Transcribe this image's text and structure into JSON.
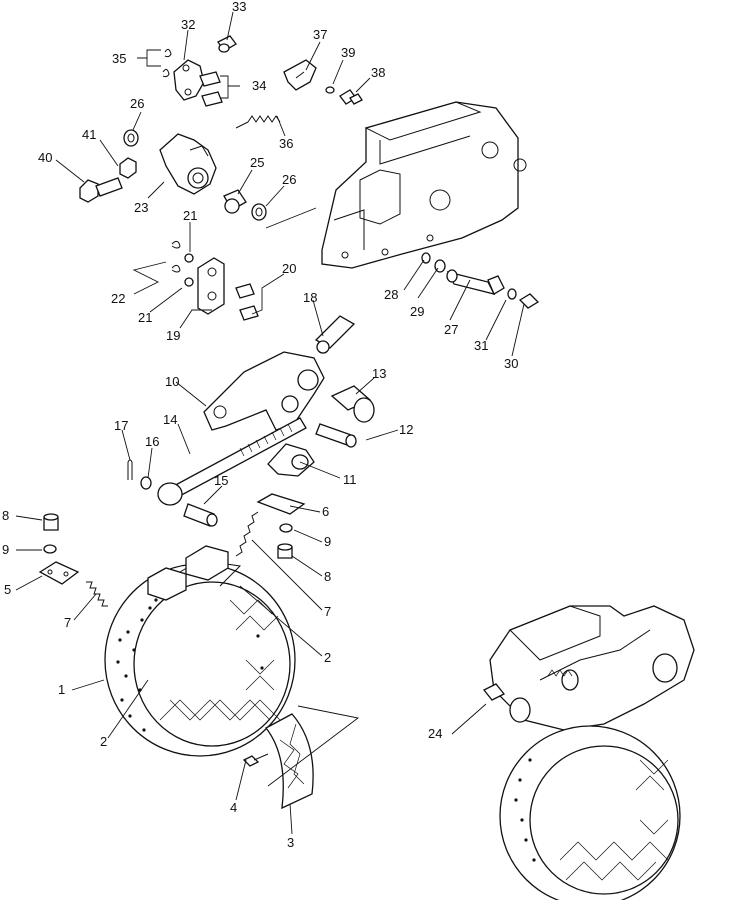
{
  "diagram": {
    "callouts": {
      "n1": "1",
      "n2a": "2",
      "n2b": "2",
      "n3": "3",
      "n4": "4",
      "n5": "5",
      "n6": "6",
      "n7a": "7",
      "n7b": "7",
      "n8a": "8",
      "n8b": "8",
      "n9a": "9",
      "n9b": "9",
      "n10": "10",
      "n11": "11",
      "n12": "12",
      "n13": "13",
      "n14": "14",
      "n15": "15",
      "n16": "16",
      "n17": "17",
      "n18": "18",
      "n19": "19",
      "n20": "20",
      "n21a": "21",
      "n21b": "21",
      "n22": "22",
      "n23": "23",
      "n24": "24",
      "n25": "25",
      "n26a": "26",
      "n26b": "26",
      "n27": "27",
      "n28": "28",
      "n29": "29",
      "n30": "30",
      "n31": "31",
      "n32": "32",
      "n33": "33",
      "n34": "34",
      "n35": "35",
      "n36": "36",
      "n37": "37",
      "n38": "38",
      "n39": "39",
      "n40": "40",
      "n41": "41"
    }
  }
}
